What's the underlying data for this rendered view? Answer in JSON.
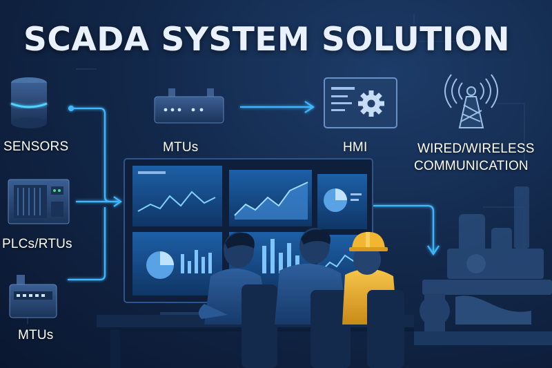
{
  "title": "SCADA SYSTEM SOLUTION",
  "labels": {
    "sensors": "SENSORS",
    "mtus_top": "MTUs",
    "hmi": "HMI",
    "comm_line1": "WIRED/WIRELESS",
    "comm_line2": "COMMUNICATION",
    "plcs": "PLCs/RTUs",
    "mtus_bottom": "MTUs"
  },
  "colors": {
    "background": "#12284a",
    "flow_arrow": "#3fb8ff",
    "screen_glow": "#2f7fd0",
    "hard_hat": "#f2b630"
  },
  "icons": [
    "database-icon",
    "network-router-icon",
    "hmi-gear-monitor-icon",
    "radio-tower-icon",
    "plc-rack-icon",
    "mtu-device-icon"
  ]
}
